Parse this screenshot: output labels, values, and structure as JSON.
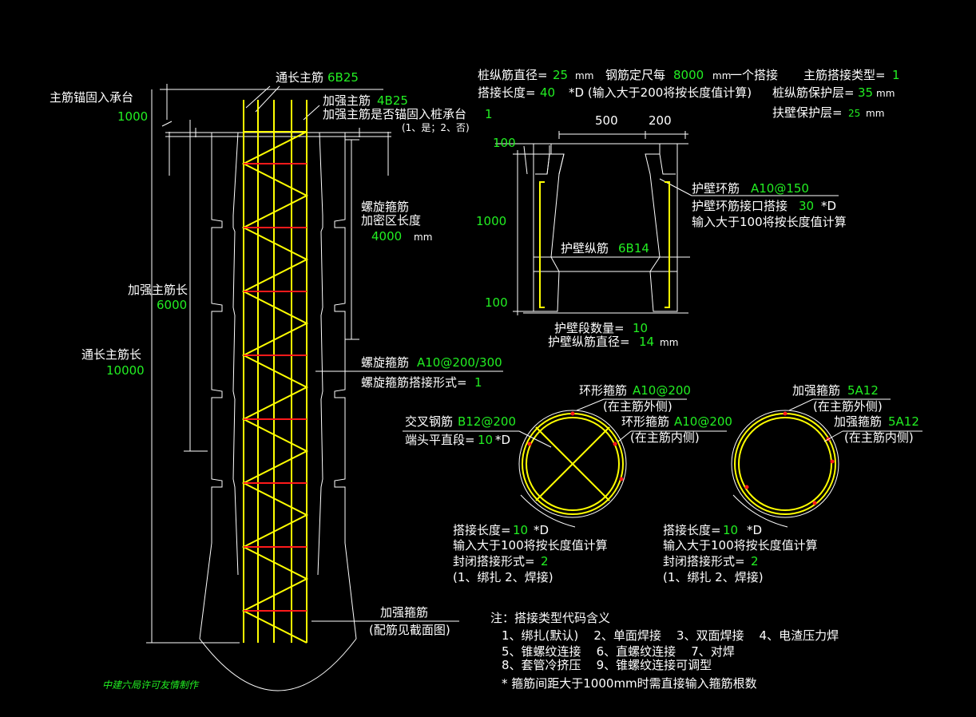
{
  "pile": {
    "anchor_label": "主筋锚固入承台",
    "anchor_value": "1000",
    "through_bar_label": "通长主筋",
    "through_bar_value": "6B25",
    "reinf_bar_label": "加强主筋",
    "reinf_bar_value": "4B25",
    "anchor_q_label": "加强主筋是否锚固入桩承台",
    "anchor_q_value": "1",
    "anchor_q_hint": "(1、是；2、否)",
    "spiral_dense_l1": "螺旋箍筋",
    "spiral_dense_l2": "加密区长度",
    "spiral_dense_value": "4000",
    "spiral_dense_unit": "mm",
    "reinf_len_label": "加强主筋长",
    "reinf_len_value": "6000",
    "through_len_label": "通长主筋长",
    "through_len_value": "10000",
    "spiral_label": "螺旋箍筋",
    "spiral_value": "A10@200/300",
    "spiral_lap_label": "螺旋箍筋搭接形式=",
    "spiral_lap_value": "1",
    "hoop_label": "加强箍筋",
    "hoop_hint": "(配筋见截面图)"
  },
  "params": {
    "dia_label": "桩纵筋直径=",
    "dia_value": "25",
    "dia_unit": "mm",
    "fixed_label": "钢筋定尺每",
    "fixed_value": "8000",
    "fixed_unit": "mm",
    "fixed_suffix": "一个搭接",
    "lap_type_label": "主筋搭接类型=",
    "lap_type_value": "1",
    "lap_len_label": "搭接长度=",
    "lap_len_value": "40",
    "lap_len_hint": "*D (输入大于200将按长度值计算)",
    "cover_label": "桩纵筋保护层=",
    "cover_value": "35",
    "cover_unit": "mm",
    "wall_cover_label": "扶壁保护层=",
    "wall_cover_value": "25",
    "wall_cover_unit": "mm"
  },
  "wall": {
    "dim_500": "500",
    "dim_200": "200",
    "dim_100_top": "100",
    "dim_1000": "1000",
    "dim_100_bot": "100",
    "ring_label": "护壁环筋",
    "ring_value": "A10@150",
    "ring_lap_label": "护壁环筋接口搭接",
    "ring_lap_value": "30",
    "ring_lap_unit": "*D",
    "ring_lap_hint": "输入大于100将按长度值计算",
    "long_label": "护壁纵筋",
    "long_value": "6B14",
    "seg_label": "护壁段数量=",
    "seg_value": "10",
    "long_dia_label": "护壁纵筋直径=",
    "long_dia_value": "14",
    "long_dia_unit": "mm"
  },
  "section1": {
    "ring_out_label": "环形箍筋",
    "ring_out_value": "A10@200",
    "ring_out_hint": "(在主筋外侧)",
    "cross_label": "交叉钢筋",
    "cross_value": "B12@200",
    "ring_in_label": "环形箍筋",
    "ring_in_value": "A10@200",
    "ring_in_hint": "(在主筋内侧)",
    "end_label": "端头平直段=",
    "end_value": "10",
    "end_unit": "*D",
    "lap_label": "搭接长度=",
    "lap_value": "10",
    "lap_unit": "*D",
    "lap_hint": "输入大于100将按长度值计算",
    "close_label": "封闭搭接形式=",
    "close_value": "2",
    "close_hint": "(1、绑扎  2、焊接)"
  },
  "section2": {
    "hoop_out_label": "加强箍筋",
    "hoop_out_value": "5A12",
    "hoop_out_hint": "(在主筋外侧)",
    "hoop_in_label": "加强箍筋",
    "hoop_in_value": "5A12",
    "hoop_in_hint": "(在主筋内侧)",
    "lap_label": "搭接长度=",
    "lap_value": "10",
    "lap_unit": "*D",
    "lap_hint": "输入大于100将按长度值计算",
    "close_label": "封闭搭接形式=",
    "close_value": "2",
    "close_hint": "(1、绑扎  2、焊接)"
  },
  "notes": {
    "title": "注：搭接类型代码含义",
    "line1": "1、绑扎(默认)    2、单面焊接    3、双面焊接    4、电渣压力焊",
    "line2": "5、锥螺纹连接    6、直螺纹连接    7、对焊",
    "line3": "8、套管冷挤压    9、锥螺纹连接可调型",
    "line4": "* 箍筋间距大于1000mm时需直接输入箍筋根数"
  },
  "credit": "中建六局许可友情制作",
  "colors": {
    "background": "#000000",
    "line": "#ffffff",
    "value": "#22ee22",
    "rebar": "#ffff00",
    "stirrup": "#ff1a1a"
  }
}
